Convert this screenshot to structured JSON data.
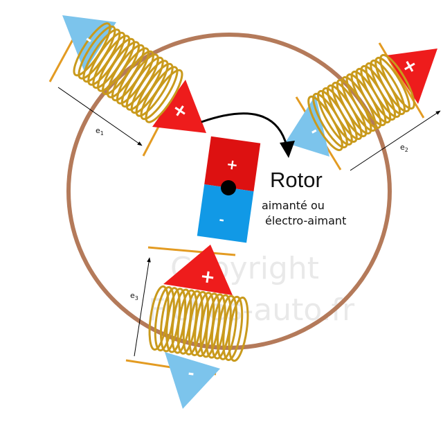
{
  "rotor": {
    "title": "Rotor",
    "description_line1": "aimanté ou",
    "description_line2": "électro-aimant",
    "plus_sign": "+",
    "minus_sign": "-"
  },
  "coils": [
    {
      "emf_label": "e",
      "emf_index": "1",
      "plus_sign": "+",
      "minus_sign": "-"
    },
    {
      "emf_label": "e",
      "emf_index": "2",
      "plus_sign": "+",
      "minus_sign": "-"
    },
    {
      "emf_label": "e",
      "emf_index": "3",
      "plus_sign": "+",
      "minus_sign": "-"
    }
  ],
  "watermark": {
    "line1": "Copyright",
    "line2": "Fiches-auto.fr"
  },
  "colors": {
    "stator_ring": "#b47a5a",
    "coil_wire": "#c99a1c",
    "lead_wire": "#e39b22",
    "north_red": "#ee1c1c",
    "south_blue": "#7cc4ec",
    "rotor_red": "#dd1111",
    "rotor_blue": "#1199e6",
    "arrow": "#000000"
  }
}
